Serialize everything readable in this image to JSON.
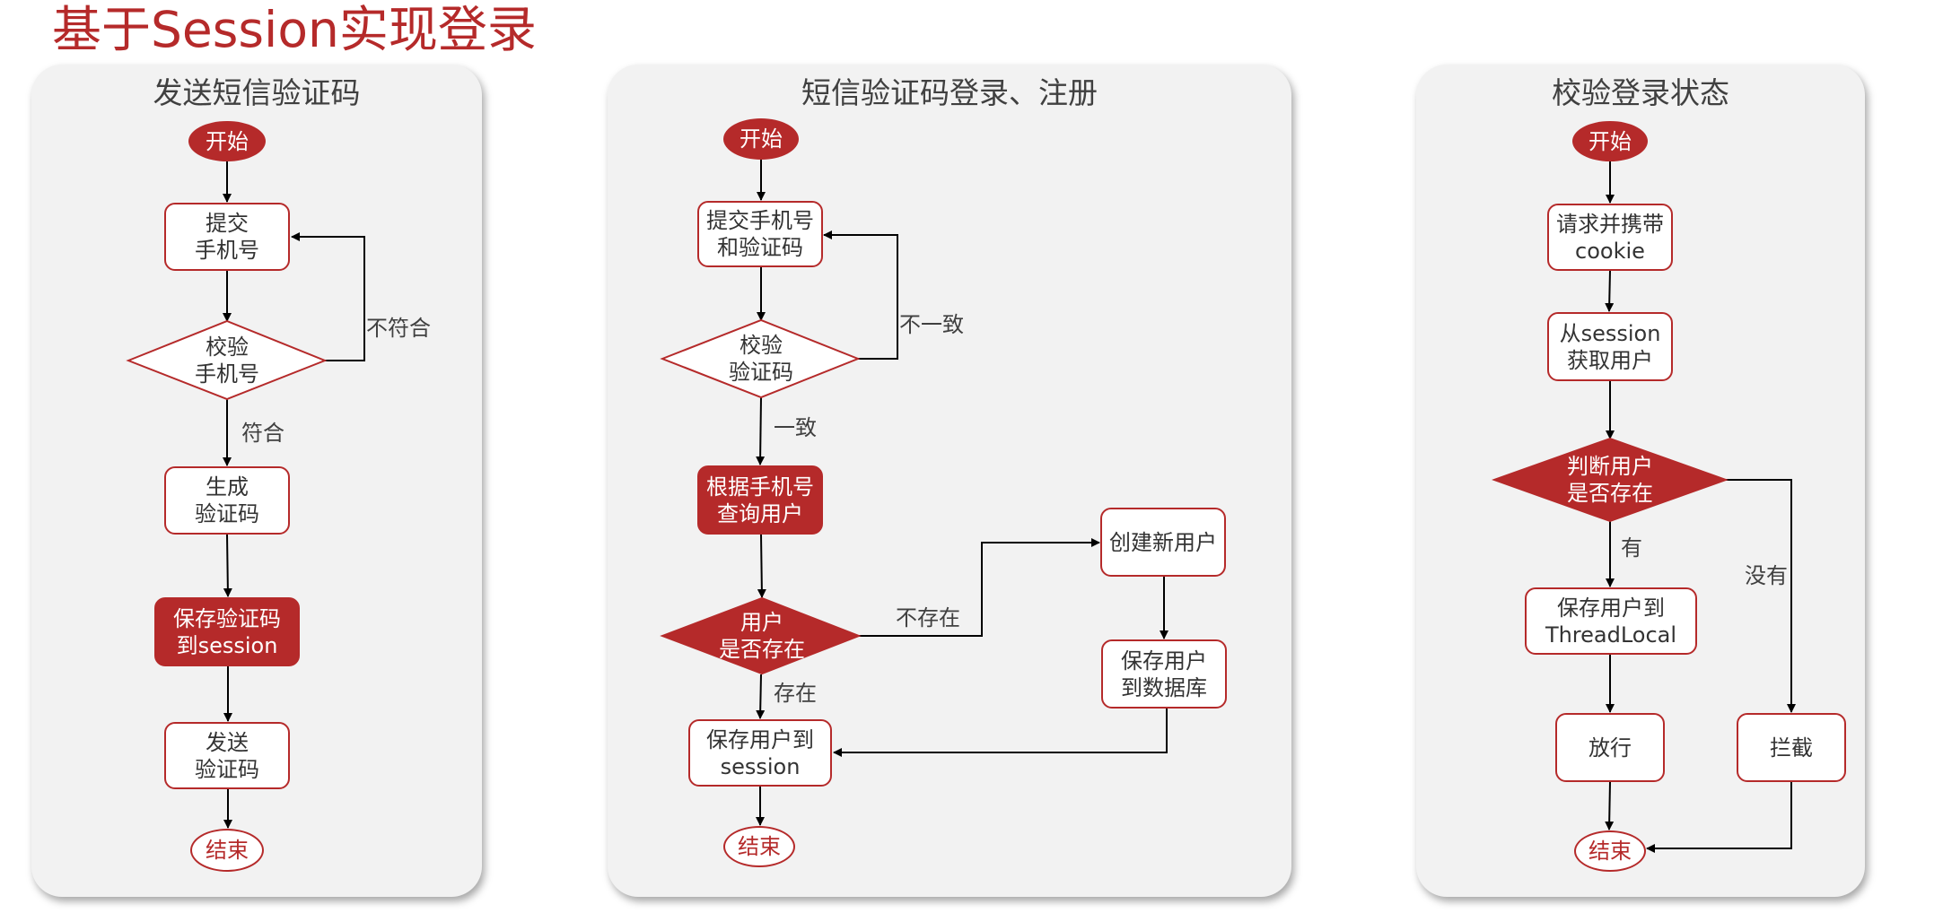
{
  "page_title": "基于Session实现登录",
  "panels": {
    "send_sms": {
      "title": "发送短信验证码",
      "start": "开始",
      "submit_phone": "提交\n手机号",
      "verify_phone": "校验\n手机号",
      "label_mismatch": "不符合",
      "label_match": "符合",
      "generate_code": "生成\n验证码",
      "save_code": "保存验证码\n到session",
      "send_code": "发送\n验证码",
      "end": "结束"
    },
    "sms_login": {
      "title": "短信验证码登录、注册",
      "start": "开始",
      "submit_phone_code": "提交手机号\n和验证码",
      "verify_code": "校验\n验证码",
      "label_inconsistent": "不一致",
      "label_consistent": "一致",
      "query_user": "根据手机号\n查询用户",
      "user_exists": "用户\n是否存在",
      "label_not_exist": "不存在",
      "label_exist": "存在",
      "create_user": "创建新用户",
      "save_db": "保存用户\n到数据库",
      "save_session": "保存用户到\nsession",
      "end": "结束"
    },
    "check_login": {
      "title": "校验登录状态",
      "start": "开始",
      "request_cookie": "请求并携带\ncookie",
      "get_user": "从session\n获取用户",
      "judge_user": "判断用户\n是否存在",
      "label_yes": "有",
      "label_no": "没有",
      "save_threadlocal": "保存用户到\nThreadLocal",
      "allow": "放行",
      "intercept": "拦截",
      "end": "结束"
    }
  },
  "colors": {
    "accent": "#b52a2a",
    "panel_bg": "#f2f2f2",
    "text": "#333333",
    "edge": "#000000"
  }
}
